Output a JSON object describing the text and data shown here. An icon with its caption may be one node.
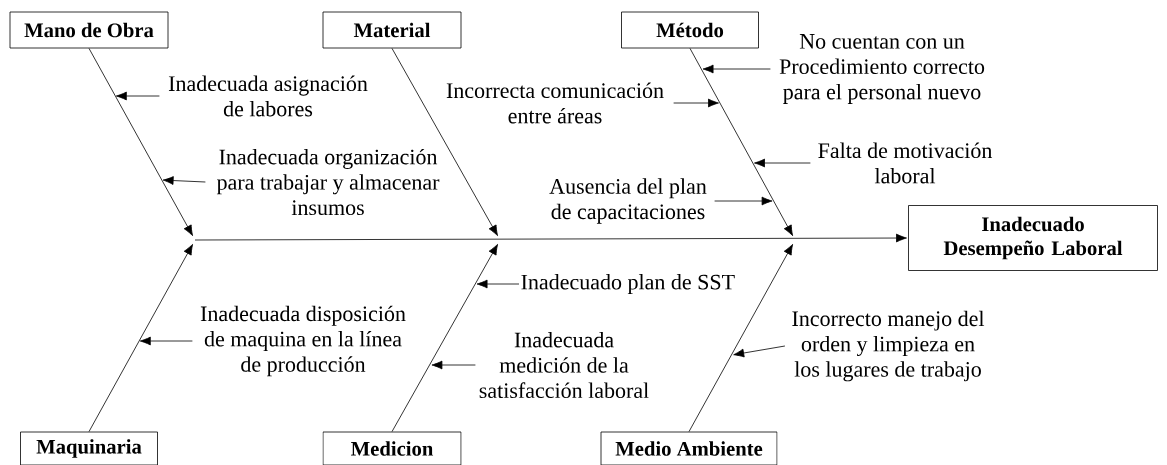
{
  "diagram": {
    "nodes": [
      {
        "text": [
          "Mano de Obra"
        ]
      },
      {
        "text": [
          "Material"
        ]
      },
      {
        "text": [
          "Método"
        ]
      },
      {
        "text": [
          "Inadecuado Desempeño Laboral"
        ]
      },
      {
        "text": [
          "Maquinaria"
        ]
      },
      {
        "text": [
          "Medicion"
        ]
      },
      {
        "text": [
          "Medio Ambiente"
        ]
      },
      {
        "text": [
          "Inadecuada asignación de labores"
        ]
      },
      {
        "text": [
          "Inadecuada organización para trabajar y almacenar insumos"
        ]
      },
      {
        "text": [
          "Incorrecta comunicación entre áreas"
        ]
      },
      {
        "text": [
          "No cuentan con un Procedimiento correcto para el personal nuevo"
        ]
      },
      {
        "text": [
          "Ausencia del plan de capacitaciones"
        ]
      },
      {
        "text": [
          "Falta de motivación laboral"
        ]
      },
      {
        "text": [
          "Inadecuado plan de SST"
        ]
      },
      {
        "text": [
          "Inadecuada disposición de maquina en la línea de producción"
        ]
      },
      {
        "text": [
          "Inadecuada medición de la satisfacción laboral"
        ]
      },
      {
        "text": [
          "Incorrecto manejo del orden y limpieza en los lugares de trabajo"
        ]
      }
    ],
    "edges": [
      {
        "from": 0,
        "to": null,
        "arrow": "to"
      },
      {
        "from": 1,
        "to": null,
        "arrow": "to"
      },
      {
        "from": 2,
        "to": null,
        "arrow": "to"
      },
      {
        "from": 4,
        "to": null,
        "arrow": "to"
      },
      {
        "from": 5,
        "to": null,
        "arrow": "to"
      },
      {
        "from": 6,
        "to": null,
        "arrow": "to"
      },
      {
        "from": null,
        "to": 3,
        "arrow": "to"
      },
      {
        "from": 7,
        "to": null,
        "arrow": "to"
      },
      {
        "from": 8,
        "to": null,
        "arrow": "to"
      },
      {
        "from": 9,
        "to": null,
        "arrow": "to"
      },
      {
        "from": 10,
        "to": null,
        "arrow": "to"
      },
      {
        "from": 11,
        "to": null,
        "arrow": "to"
      },
      {
        "from": 12,
        "to": null,
        "arrow": "to"
      },
      {
        "from": 13,
        "to": null,
        "arrow": "to"
      },
      {
        "from": 14,
        "to": null,
        "arrow": "to"
      },
      {
        "from": 15,
        "to": null,
        "arrow": "to"
      },
      {
        "from": 16,
        "to": null,
        "arrow": "to"
      }
    ]
  }
}
